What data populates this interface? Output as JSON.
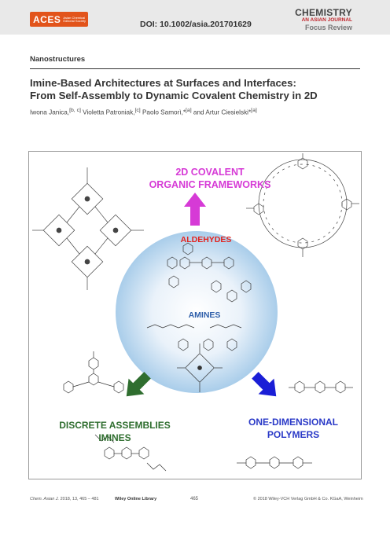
{
  "header": {
    "logo_main": "ACES",
    "logo_sub": "Asian Chemical Editorial Society",
    "doi": "DOI: 10.1002/asia.201701629",
    "journal_line1": "CHEMISTRY",
    "journal_line2": "AN ASIAN JOURNAL",
    "journal_line3": "Focus Review"
  },
  "section": "Nanostructures",
  "title_line1": "Imine-Based Architectures at Surfaces and Interfaces:",
  "title_line2": "From Self-Assembly to Dynamic Covalent Chemistry in 2D",
  "authors": {
    "a1": "Iwona Janica,",
    "a1_sup": "[b, c]",
    "a2": " Violetta Patroniak,",
    "a2_sup": "[c]",
    "a3": " Paolo Samorì,*",
    "a3_sup": "[a]",
    "a4": " and Artur Ciesielski*",
    "a4_sup": "[a]"
  },
  "figure": {
    "label_cof_1": "2D COVALENT",
    "label_cof_2": "ORGANIC FRAMEWORKS",
    "label_aldehydes": "ALDEHYDES",
    "label_amines": "AMINES",
    "label_discrete_1": "DISCRETE ASSEMBLIES",
    "label_discrete_2": "IMINES",
    "label_1d_1": "ONE-DIMENSIONAL",
    "label_1d_2": "POLYMERS",
    "colors": {
      "cof": "#d63ad6",
      "aldehydes": "#e3221d",
      "amines": "#2f5faa",
      "discrete": "#2f6e2f",
      "polymers": "#2a39c7"
    }
  },
  "footer": {
    "citation_journal": "Chem. Asian J.",
    "citation_rest": " 2018, 13, 465 – 481",
    "library": "Wiley Online Library",
    "page": "465",
    "copyright": "© 2018 Wiley-VCH Verlag GmbH & Co. KGaA, Weinheim"
  }
}
